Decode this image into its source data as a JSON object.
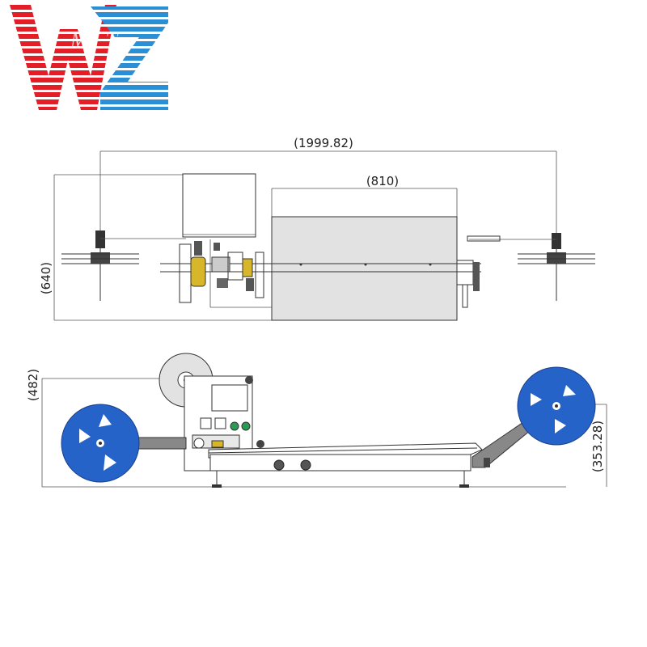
{
  "logo": {
    "letters": "WZ",
    "overlay_text": "SMT",
    "colors": {
      "red": "#e41e26",
      "blue": "#2b8fd6"
    }
  },
  "dimensions": {
    "overall_length": "(1999.82)",
    "cover_width": "(810)",
    "top_depth": "(640)",
    "front_height": "(482)",
    "reel_height": "(353.28)"
  },
  "colors": {
    "reel_blue": "#2563c8",
    "cover_gray": "#e2e2e2",
    "yellow_part": "#d8b62a"
  }
}
